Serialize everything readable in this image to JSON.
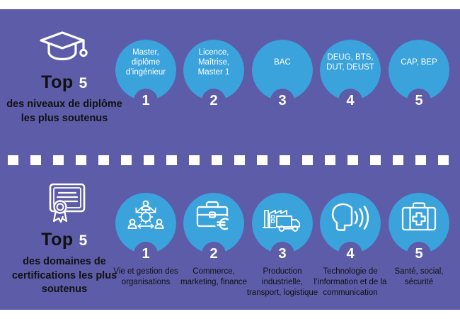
{
  "colors": {
    "panel_background": "#5D5CA9",
    "bubble": "#3BA3DC",
    "page_background": "#FFFFFF",
    "heading_text": "#111111",
    "number_text": "#FFFFFF"
  },
  "sections": [
    {
      "id": "diploma-levels",
      "icon": "graduation-cap-icon",
      "top_word": "Top",
      "top_number": "5",
      "subtitle": "des niveaux de diplôme les plus soutenus",
      "label_position": "inside",
      "items": [
        {
          "rank": "1",
          "label": "Master, diplôme d’ingénieur"
        },
        {
          "rank": "2",
          "label": "Licence, Maîtrise, Master 1"
        },
        {
          "rank": "3",
          "label": "BAC"
        },
        {
          "rank": "4",
          "label": "DEUG, BTS, DUT, DEUST"
        },
        {
          "rank": "5",
          "label": "CAP, BEP"
        }
      ]
    },
    {
      "id": "certification-domains",
      "icon": "certificate-icon",
      "top_word": "Top",
      "top_number": "5",
      "subtitle": "des domaines de certifications les plus soutenus",
      "label_position": "below",
      "items": [
        {
          "rank": "1",
          "label": "Vie et gestion des organisations",
          "icon": "organization-network-icon"
        },
        {
          "rank": "2",
          "label": "Commerce, marketing, finance",
          "icon": "briefcase-euro-icon"
        },
        {
          "rank": "3",
          "label": "Production industrielle, transport, logistique",
          "icon": "factory-truck-icon"
        },
        {
          "rank": "4",
          "label": "Technologie de l’information et de la communication",
          "icon": "speaking-head-waves-icon"
        },
        {
          "rank": "5",
          "label": "Santé, social, sécurité",
          "icon": "first-aid-kit-icon"
        }
      ]
    }
  ]
}
